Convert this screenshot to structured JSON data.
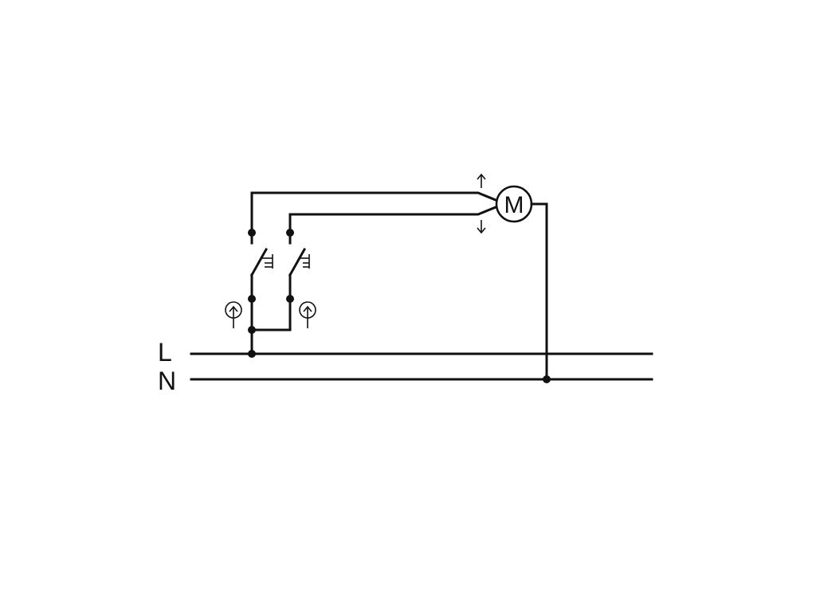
{
  "labels": {
    "live": "L",
    "neutral": "N",
    "motor": "M"
  },
  "colors": {
    "line": "#111111",
    "background": "#ffffff"
  },
  "icons": {
    "switch_1": "pushbutton-switch-icon",
    "switch_2": "pushbutton-switch-icon",
    "lamp_1": "indicator-lamp-icon",
    "lamp_2": "indicator-lamp-icon",
    "motor": "motor-icon",
    "up": "arrow-up-icon",
    "down": "arrow-down-icon"
  }
}
